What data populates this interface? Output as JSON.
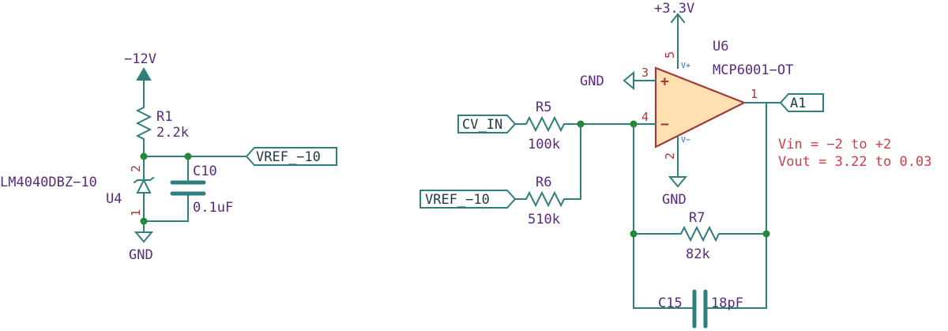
{
  "power": {
    "neg12": "−12V",
    "pos3v3": "+3.3V",
    "gnd_u4": "GND",
    "gnd_u6": "GND",
    "gnd_in": "GND"
  },
  "nets": {
    "vref_out": "VREF_−10",
    "vref_in": "VREF_−10",
    "cv_in": "CV_IN",
    "a1": "A1"
  },
  "parts": {
    "r1": {
      "ref": "R1",
      "value": "2.2k"
    },
    "c10": {
      "ref": "C10",
      "value": "0.1uF"
    },
    "u4": {
      "ref": "U4",
      "value": "LM4040DBZ−10",
      "pin_top": "2",
      "pin_bottom": "1"
    },
    "r5": {
      "ref": "R5",
      "value": "100k"
    },
    "r6": {
      "ref": "R6",
      "value": "510k"
    },
    "r7": {
      "ref": "R7",
      "value": "82k"
    },
    "c15": {
      "ref": "C15",
      "value": "18pF"
    },
    "u6": {
      "ref": "U6",
      "value": "MCP6001−OT",
      "pins": {
        "vp": "5",
        "inp": "3",
        "inn": "4",
        "vn": "2",
        "out": "1"
      },
      "pin_names": {
        "vp": "V+",
        "vn": "V−"
      },
      "signs": {
        "plus": "+",
        "minus": "−"
      }
    }
  },
  "notes": {
    "line1": "Vin = −2 to +2",
    "line2": "Vout = 3.22 to 0.03"
  }
}
